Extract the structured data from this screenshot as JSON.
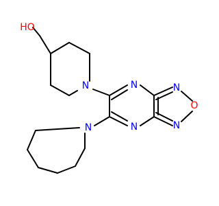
{
  "structure": {
    "atoms": {
      "hydroxyl": "HO",
      "piperidine_n": "N",
      "pyrazine_n_top": "N",
      "pyrazine_n_bottom": "N",
      "oxadiazole_n_top": "N",
      "oxadiazole_o": "O",
      "oxadiazole_n_bottom": "N",
      "azepane_n": "N"
    },
    "colors": {
      "bond": "#000000",
      "oxygen": "#ff0000",
      "nitrogen": "#0000ff"
    }
  }
}
